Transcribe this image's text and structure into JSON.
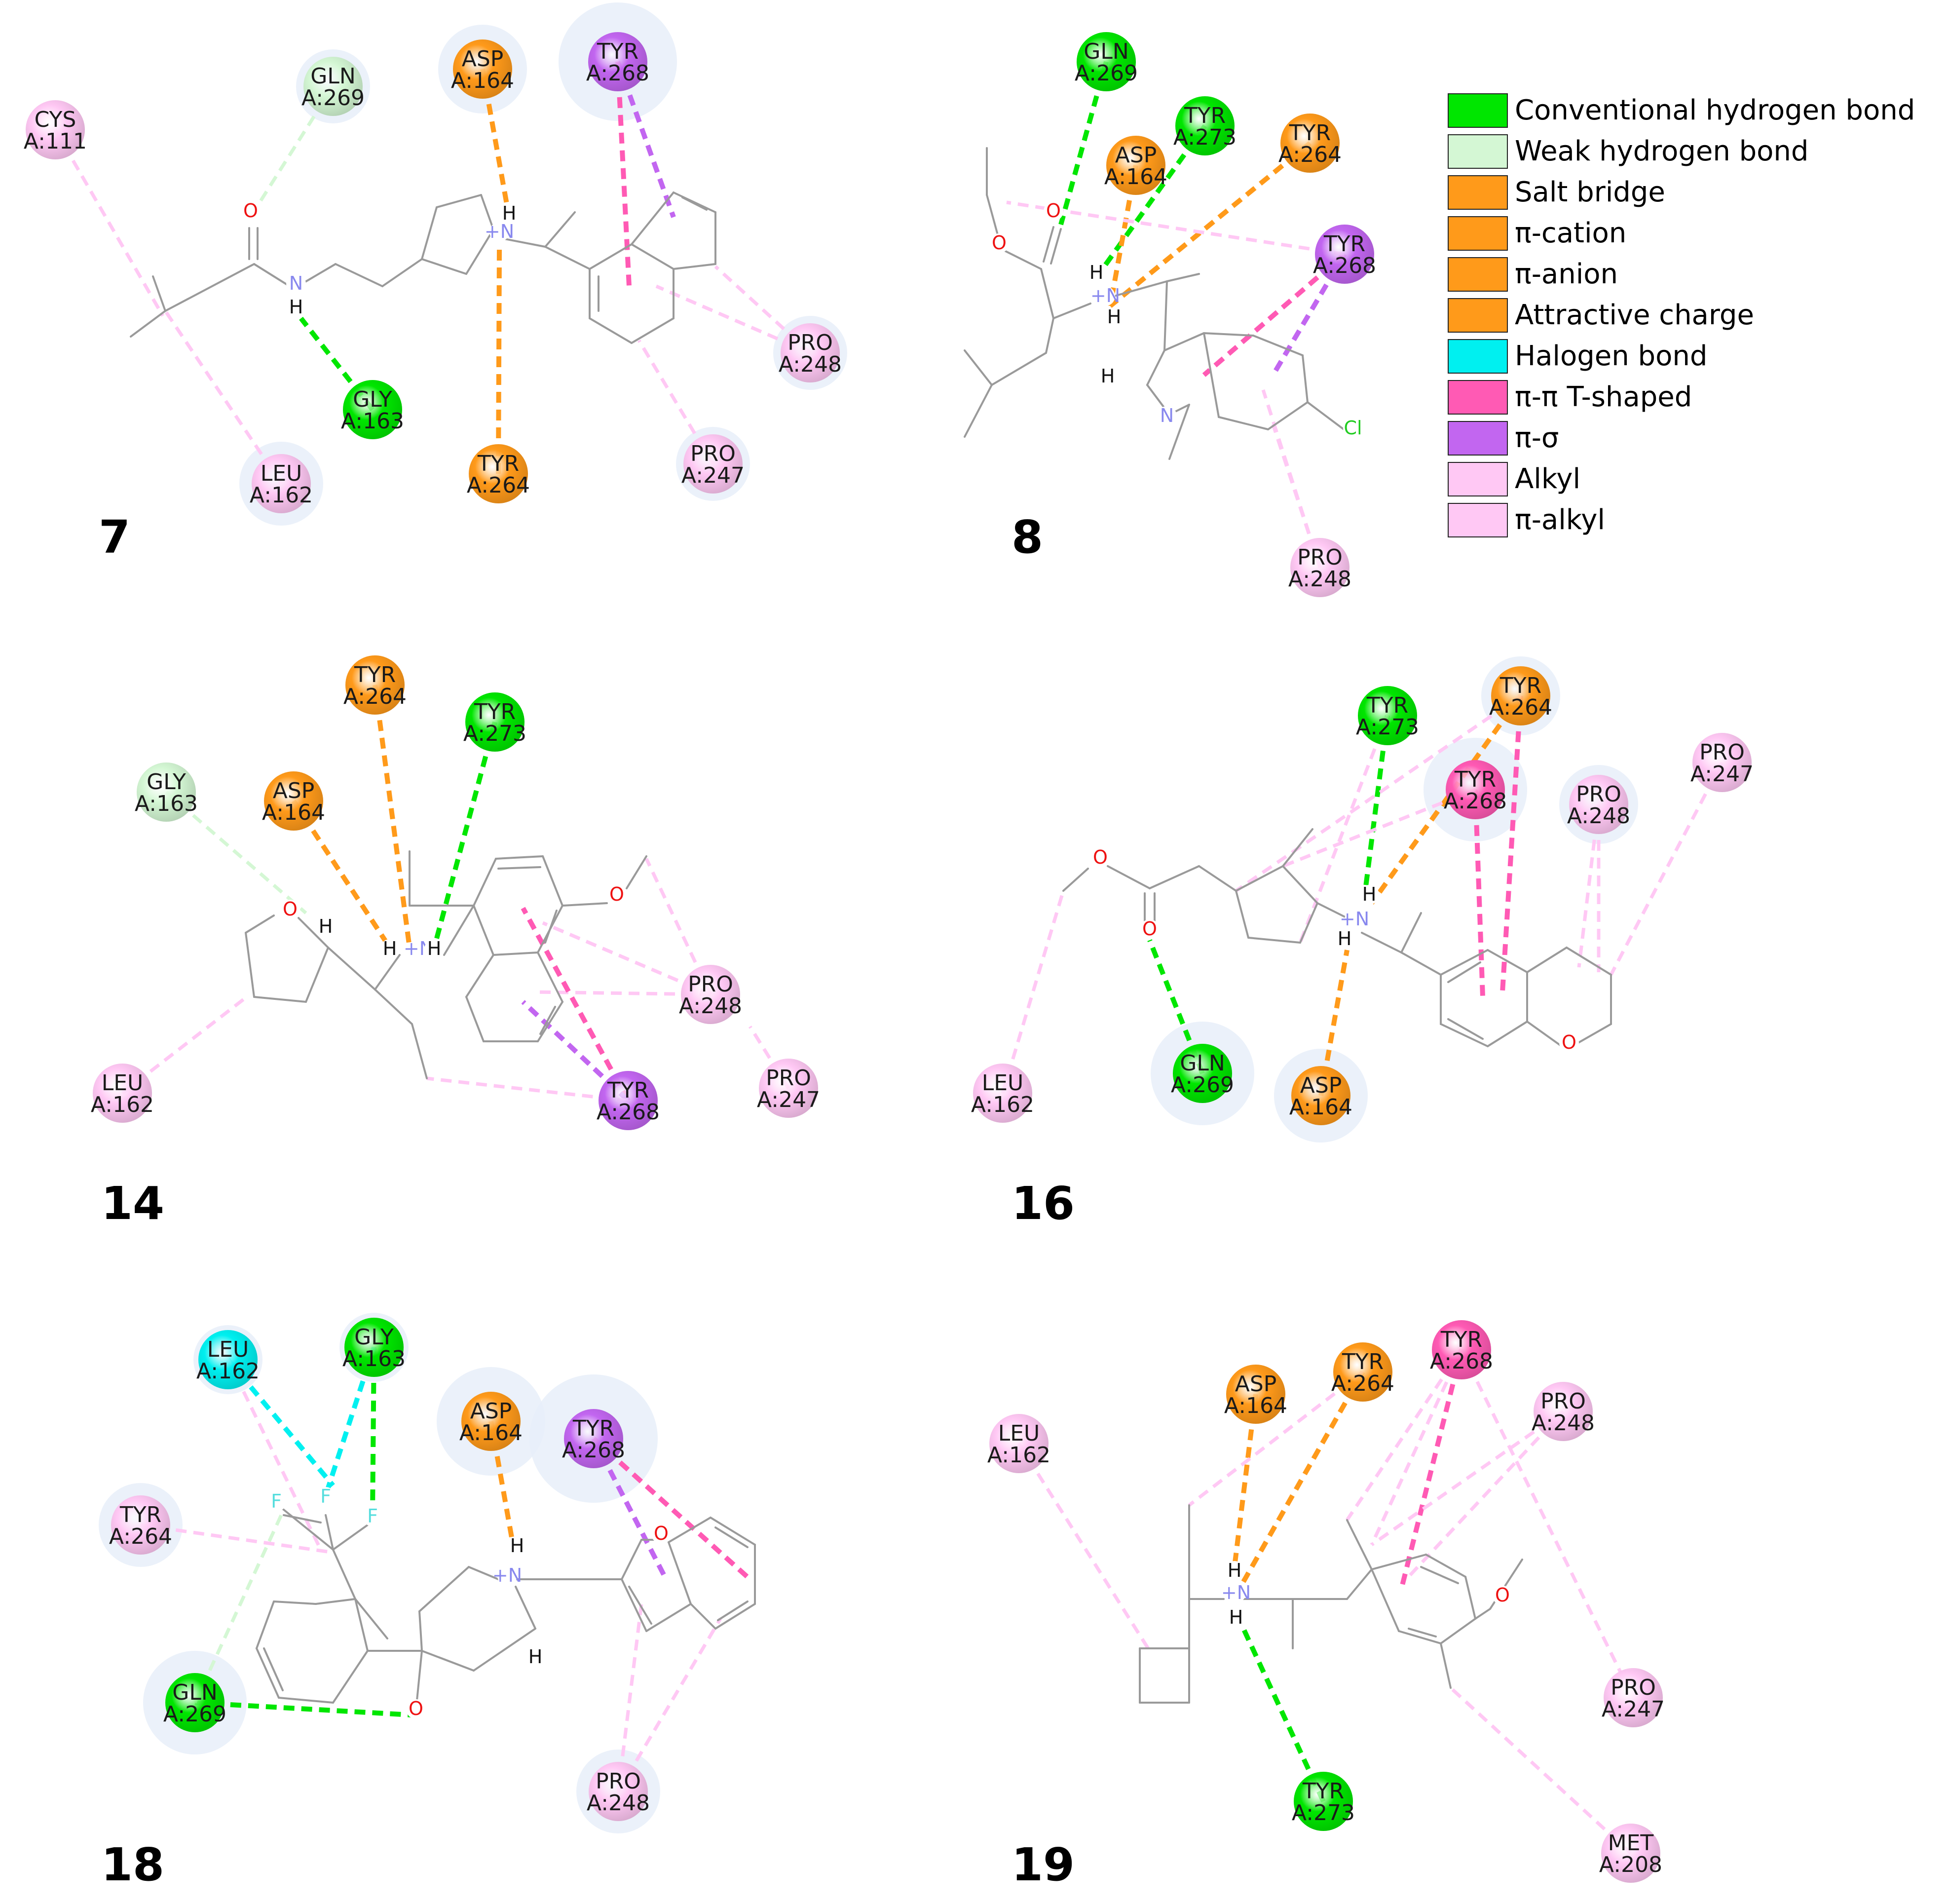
{
  "colors": {
    "conventional": "#00e600",
    "weak": "#d4f7d4",
    "orange": "#ff9a1a",
    "halogen": "#00f0f0",
    "pipi": "#ff5ab4",
    "pisigma": "#c266f0",
    "alkyl": "#ffc8f4",
    "bond": "#9a9a9a",
    "oxygen": "#ee1111",
    "nitrogen": "#8888ee",
    "chlorine": "#22cc22",
    "fluorine": "#55dddd",
    "hydrogen": "#111111"
  },
  "legend": [
    {
      "label": "Conventional hydrogen bond",
      "color": "#00e600"
    },
    {
      "label": "Weak hydrogen bond",
      "color": "#d4f7d4"
    },
    {
      "label": "Salt bridge",
      "color": "#ff9a1a"
    },
    {
      "label": "π-cation",
      "color": "#ff9a1a"
    },
    {
      "label": "π-anion",
      "color": "#ff9a1a"
    },
    {
      "label": "Attractive charge",
      "color": "#ff9a1a"
    },
    {
      "label": "Halogen bond",
      "color": "#00f0f0"
    },
    {
      "label": "π-π T-shaped",
      "color": "#ff5ab4"
    },
    {
      "label": "π-σ",
      "color": "#c266f0"
    },
    {
      "label": "Alkyl",
      "color": "#ffc8f4"
    },
    {
      "label": "π-alkyl",
      "color": "#ffc8f4"
    }
  ],
  "panels": [
    {
      "label": "7",
      "residues": [
        {
          "name": "CYS",
          "num": "A:111",
          "type": "alkyl"
        },
        {
          "name": "GLN",
          "num": "A:269",
          "type": "weak"
        },
        {
          "name": "ASP",
          "num": "A:164",
          "type": "orange"
        },
        {
          "name": "TYR",
          "num": "A:268",
          "type": "pisigma"
        },
        {
          "name": "PRO",
          "num": "A:248",
          "type": "alkyl"
        },
        {
          "name": "GLY",
          "num": "A:163",
          "type": "conventional"
        },
        {
          "name": "TYR",
          "num": "A:264",
          "type": "orange"
        },
        {
          "name": "LEU",
          "num": "A:162",
          "type": "alkyl"
        },
        {
          "name": "PRO",
          "num": "A:247",
          "type": "alkyl"
        }
      ],
      "atoms": [
        "O",
        "N",
        "H",
        "+N",
        "H"
      ]
    },
    {
      "label": "8",
      "residues": [
        {
          "name": "GLN",
          "num": "A:269",
          "type": "conventional"
        },
        {
          "name": "TYR",
          "num": "A:273",
          "type": "conventional"
        },
        {
          "name": "ASP",
          "num": "A:164",
          "type": "orange"
        },
        {
          "name": "TYR",
          "num": "A:264",
          "type": "orange"
        },
        {
          "name": "TYR",
          "num": "A:268",
          "type": "pisigma"
        },
        {
          "name": "PRO",
          "num": "A:248",
          "type": "alkyl"
        }
      ],
      "atoms": [
        "O",
        "O",
        "H",
        "+N",
        "H",
        "H",
        "N",
        "Cl"
      ]
    },
    {
      "label": "14",
      "residues": [
        {
          "name": "TYR",
          "num": "A:264",
          "type": "orange"
        },
        {
          "name": "TYR",
          "num": "A:273",
          "type": "conventional"
        },
        {
          "name": "GLY",
          "num": "A:163",
          "type": "weak"
        },
        {
          "name": "ASP",
          "num": "A:164",
          "type": "orange"
        },
        {
          "name": "PRO",
          "num": "A:248",
          "type": "alkyl"
        },
        {
          "name": "LEU",
          "num": "A:162",
          "type": "alkyl"
        },
        {
          "name": "TYR",
          "num": "A:268",
          "type": "pisigma"
        },
        {
          "name": "PRO",
          "num": "A:247",
          "type": "alkyl"
        }
      ],
      "atoms": [
        "O",
        "H",
        "H",
        "+N",
        "H",
        "O"
      ]
    },
    {
      "label": "16",
      "residues": [
        {
          "name": "TYR",
          "num": "A:273",
          "type": "conventional"
        },
        {
          "name": "TYR",
          "num": "A:264",
          "type": "orange"
        },
        {
          "name": "TYR",
          "num": "A:268",
          "type": "pipi"
        },
        {
          "name": "PRO",
          "num": "A:248",
          "type": "alkyl"
        },
        {
          "name": "PRO",
          "num": "A:247",
          "type": "alkyl"
        },
        {
          "name": "LEU",
          "num": "A:162",
          "type": "alkyl"
        },
        {
          "name": "GLN",
          "num": "A:269",
          "type": "conventional"
        },
        {
          "name": "ASP",
          "num": "A:164",
          "type": "orange"
        }
      ],
      "atoms": [
        "O",
        "O",
        "H",
        "+N",
        "H",
        "O"
      ]
    },
    {
      "label": "18",
      "residues": [
        {
          "name": "LEU",
          "num": "A:162",
          "type": "halogen"
        },
        {
          "name": "GLY",
          "num": "A:163",
          "type": "conventional"
        },
        {
          "name": "ASP",
          "num": "A:164",
          "type": "orange"
        },
        {
          "name": "TYR",
          "num": "A:268",
          "type": "pisigma"
        },
        {
          "name": "TYR",
          "num": "A:264",
          "type": "alkyl"
        },
        {
          "name": "GLN",
          "num": "A:269",
          "type": "conventional"
        },
        {
          "name": "PRO",
          "num": "A:248",
          "type": "alkyl"
        }
      ],
      "atoms": [
        "F",
        "F",
        "F",
        "H",
        "+N",
        "H",
        "O",
        "O"
      ]
    },
    {
      "label": "19",
      "residues": [
        {
          "name": "LEU",
          "num": "A:162",
          "type": "alkyl"
        },
        {
          "name": "ASP",
          "num": "A:164",
          "type": "orange"
        },
        {
          "name": "TYR",
          "num": "A:264",
          "type": "orange"
        },
        {
          "name": "TYR",
          "num": "A:268",
          "type": "pipi"
        },
        {
          "name": "PRO",
          "num": "A:248",
          "type": "alkyl"
        },
        {
          "name": "PRO",
          "num": "A:247",
          "type": "alkyl"
        },
        {
          "name": "TYR",
          "num": "A:273",
          "type": "conventional"
        },
        {
          "name": "MET",
          "num": "A:208",
          "type": "alkyl"
        }
      ],
      "atoms": [
        "H",
        "+N",
        "H",
        "O"
      ]
    }
  ]
}
